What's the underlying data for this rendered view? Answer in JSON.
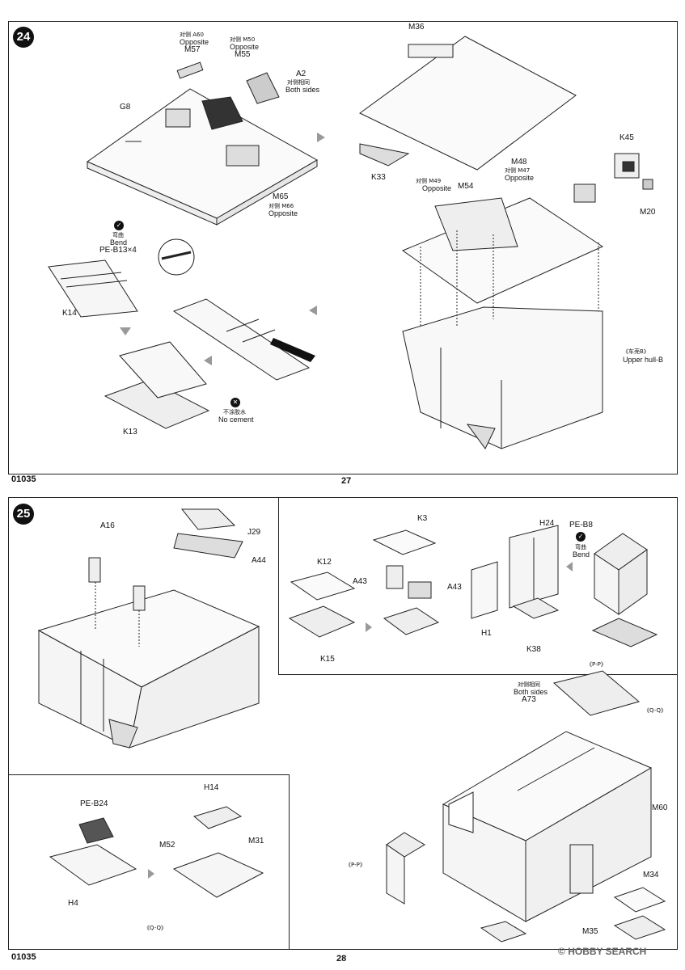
{
  "top_page": {
    "step_number": "24",
    "code": "01035",
    "page_number": "27",
    "labels": {
      "a60": "对侧 A60",
      "a60_en": "Opposite",
      "m57": "M57",
      "m50": "对侧 M50",
      "m50_en": "Opposite",
      "m55": "M55",
      "a2": "A2",
      "a2_cn": "对侧相同",
      "a2_en": "Both sides",
      "g8": "G8",
      "m65": "M65",
      "m66": "对侧 M66",
      "m66_en": "Opposite",
      "m36": "M36",
      "k33": "K33",
      "m49": "对侧 M49",
      "m49_en": "Opposite",
      "m54": "M54",
      "m48": "M48",
      "m47": "对侧 M47",
      "m47_en": "Opposite",
      "k45": "K45",
      "m20": "M20",
      "bend_cn": "弯曲",
      "bend_en": "Bend",
      "pe_b13": "PE-B13×4",
      "k14": "K14",
      "k13": "K13",
      "nocement_cn": "不涂胶水",
      "nocement_en": "No cement",
      "upper_hull_cn": "《车壳B》",
      "upper_hull_en": "Upper hull-B"
    }
  },
  "bottom_page": {
    "step_number": "25",
    "code": "01035",
    "page_number": "28",
    "labels": {
      "a16": "A16",
      "j29": "J29",
      "a44": "A44",
      "k12": "K12",
      "k15": "K15",
      "k3": "K3",
      "a43_left": "A43",
      "a43_right": "A43",
      "h24": "H24",
      "h1": "H1",
      "k38": "K38",
      "pe_b8": "PE-B8",
      "bend_cn": "弯曲",
      "bend_en": "Bend",
      "pp_section": "《P-P》",
      "a73_cn": "对侧相同",
      "a73_en": "Both sides",
      "a73": "A73",
      "qq_section": "《Q-Q》",
      "m60": "M60",
      "pp_section2": "《P-P》",
      "m34": "M34",
      "m35": "M35",
      "pe_b24": "PE-B24",
      "h14": "H14",
      "m52": "M52",
      "m31": "M31",
      "h4": "H4",
      "qq_section2": "《Q-Q》"
    }
  },
  "watermark": "HOBBY SEARCH"
}
